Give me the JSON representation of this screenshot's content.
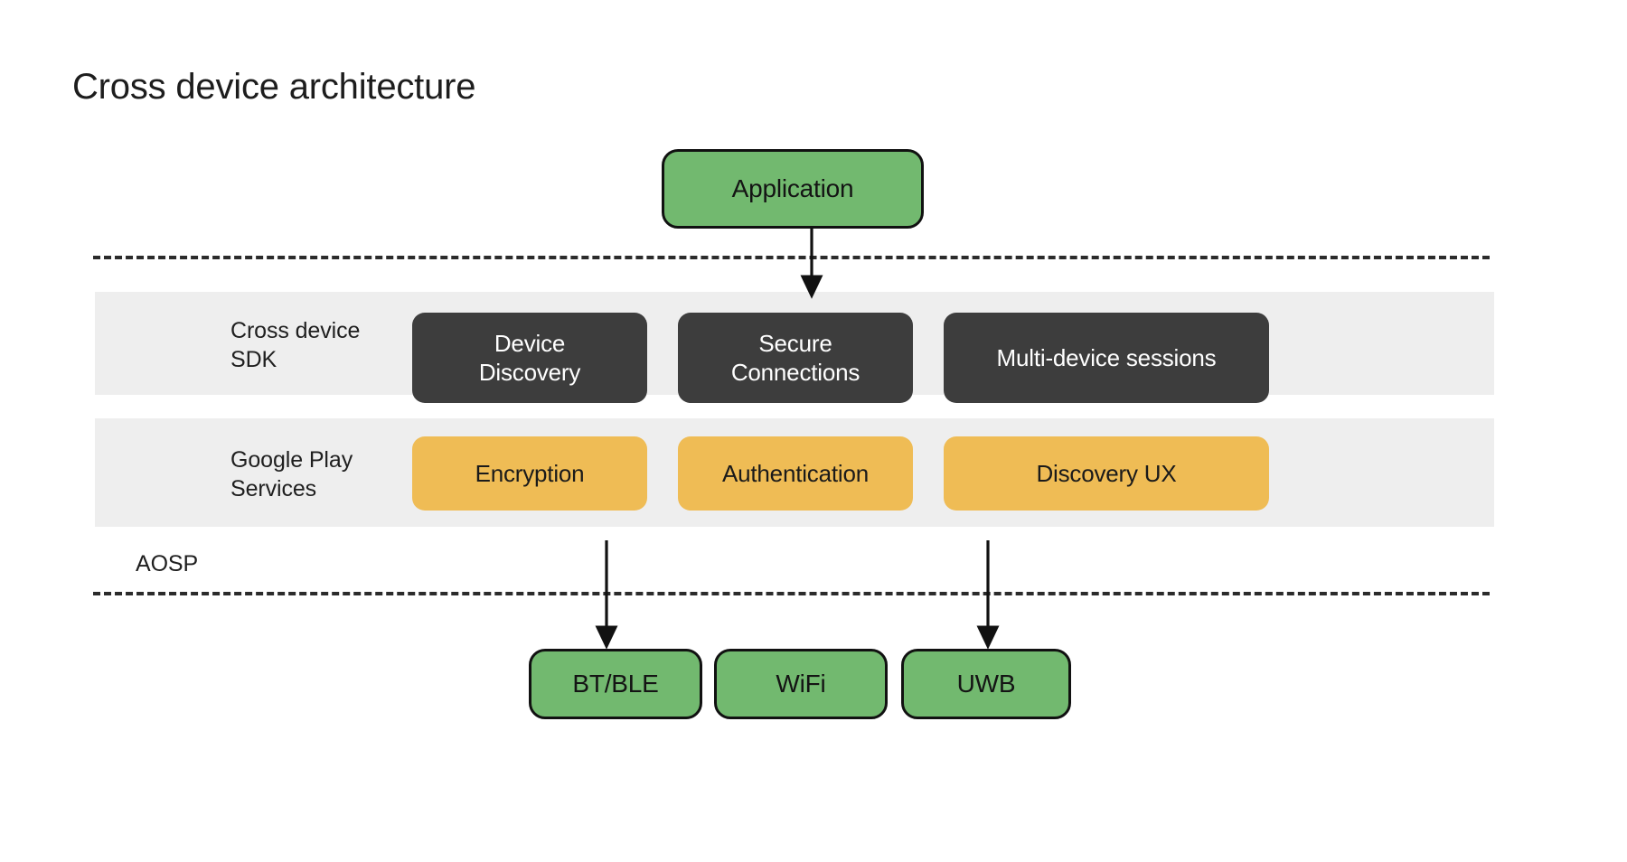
{
  "page": {
    "title": "Cross device architecture",
    "background": "#ffffff"
  },
  "colors": {
    "green_node": "#72b96f",
    "node_border": "#111111",
    "dark_chip": "#3d3d3d",
    "amber_chip": "#efbc55",
    "band_bg": "#eeeeee",
    "dashed_rule": "#2b2b2b",
    "text_primary": "#1f1f1f",
    "text_on_dark": "#ffffff"
  },
  "diagram": {
    "application": {
      "label": "Application",
      "style": "green-node"
    },
    "layers": [
      {
        "id": "cross-device-sdk",
        "label": "Cross device\nSDK",
        "label_line1": "Cross device",
        "label_line2": "SDK",
        "chip_style": "dark",
        "chips": [
          {
            "id": "device-discovery",
            "label": "Device\nDiscovery",
            "line1": "Device",
            "line2": "Discovery"
          },
          {
            "id": "secure-connections",
            "label": "Secure\nConnections",
            "line1": "Secure",
            "line2": "Connections"
          },
          {
            "id": "multi-device-sessions",
            "label": "Multi-device sessions",
            "line1": "Multi-device sessions",
            "line2": ""
          }
        ]
      },
      {
        "id": "google-play-services",
        "label": "Google Play\nServices",
        "label_line1": "Google Play",
        "label_line2": "Services",
        "chip_style": "amber",
        "chips": [
          {
            "id": "encryption",
            "label": "Encryption",
            "line1": "Encryption",
            "line2": ""
          },
          {
            "id": "authentication",
            "label": "Authentication",
            "line1": "Authentication",
            "line2": ""
          },
          {
            "id": "discovery-ux",
            "label": "Discovery UX",
            "line1": "Discovery UX",
            "line2": ""
          }
        ]
      }
    ],
    "aosp": {
      "label": "AOSP"
    },
    "radios": [
      {
        "id": "bt-ble",
        "label": "BT/BLE"
      },
      {
        "id": "wifi",
        "label": "WiFi"
      },
      {
        "id": "uwb",
        "label": "UWB"
      }
    ],
    "connections": [
      {
        "id": "application-to-sdk",
        "from": "Application",
        "to": "Cross device SDK"
      },
      {
        "id": "encryption-to-bt-ble",
        "from": "Encryption",
        "to": "BT/BLE"
      },
      {
        "id": "discovery-ux-to-uwb",
        "from": "Discovery UX",
        "to": "UWB"
      }
    ]
  }
}
